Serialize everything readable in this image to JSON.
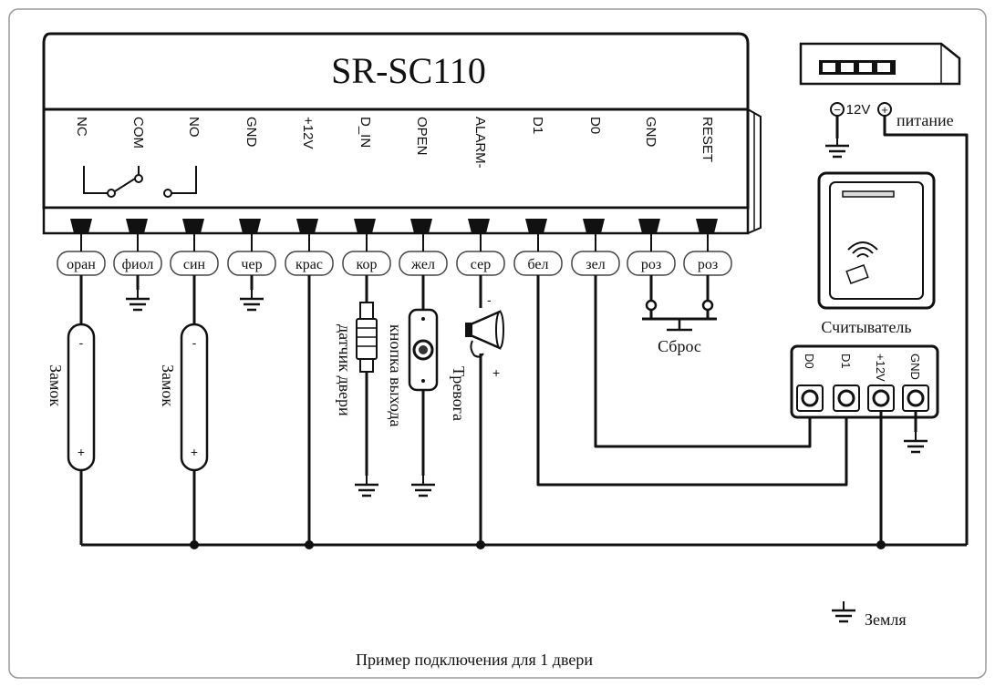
{
  "device": {
    "model": "SR-SC110",
    "terminals": [
      "NC",
      "COM",
      "NO",
      "GND",
      "+12V",
      "D_IN",
      "OPEN",
      "ALARM-",
      "D1",
      "D0",
      "GND",
      "RESET"
    ]
  },
  "wire_colors": [
    "оран",
    "фиол",
    "син",
    "чер",
    "крас",
    "кор",
    "жел",
    "сер",
    "бел",
    "зел",
    "роз",
    "роз"
  ],
  "power_supply": {
    "minus": "−",
    "voltage": "12V",
    "plus": "+",
    "label": "питание"
  },
  "reader": {
    "label": "Считыватель",
    "terminals": [
      "D0",
      "D1",
      "+12V",
      "GND"
    ]
  },
  "components": {
    "lock1": {
      "label": "Замок",
      "minus": "-",
      "plus": "+"
    },
    "lock2": {
      "label": "Замок",
      "minus": "-",
      "plus": "+"
    },
    "door_sensor": "датчик двери",
    "exit_button": "кнопка выхода",
    "alarm": {
      "label": "Тревога",
      "minus": "-",
      "plus": "+"
    },
    "reset": "Сброс"
  },
  "legend": {
    "ground": "Земля"
  },
  "caption": "Пример подключения для 1 двери"
}
